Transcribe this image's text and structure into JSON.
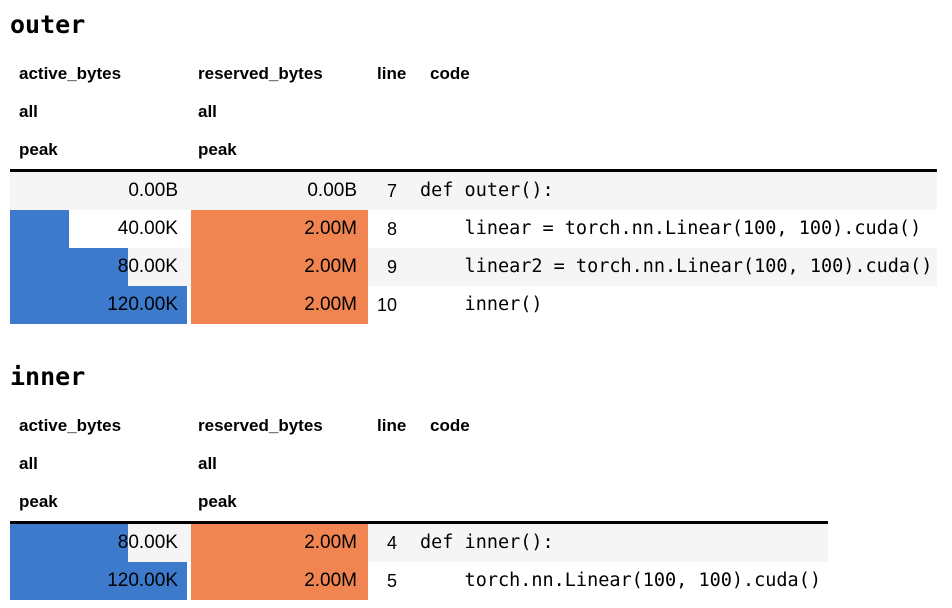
{
  "colors": {
    "active_bar": "#3d7acc",
    "reserved_bar": "#f08552",
    "stripe": "#f5f5f5",
    "rule": "#000000",
    "text": "#000000",
    "background": "#ffffff"
  },
  "columns": {
    "active": "active_bytes",
    "reserved": "reserved_bytes",
    "line": "line",
    "code": "code"
  },
  "subheaders": [
    {
      "active": "all",
      "reserved": "all"
    },
    {
      "active": "peak",
      "reserved": "peak"
    }
  ],
  "tables": [
    {
      "title": "outer",
      "rows": [
        {
          "active": "0.00B",
          "active_frac": 0,
          "reserved": "0.00B",
          "reserved_frac": 0,
          "line": "7",
          "code": "def outer():"
        },
        {
          "active": "40.00K",
          "active_frac": 0.3333,
          "reserved": "2.00M",
          "reserved_frac": 1,
          "line": "8",
          "code": "    linear = torch.nn.Linear(100, 100).cuda()"
        },
        {
          "active": "80.00K",
          "active_frac": 0.6667,
          "reserved": "2.00M",
          "reserved_frac": 1,
          "line": "9",
          "code": "    linear2 = torch.nn.Linear(100, 100).cuda()"
        },
        {
          "active": "120.00K",
          "active_frac": 1,
          "reserved": "2.00M",
          "reserved_frac": 1,
          "line": "10",
          "code": "    inner()"
        }
      ]
    },
    {
      "title": "inner",
      "rows": [
        {
          "active": "80.00K",
          "active_frac": 0.6667,
          "reserved": "2.00M",
          "reserved_frac": 1,
          "line": "4",
          "code": "def inner():"
        },
        {
          "active": "120.00K",
          "active_frac": 1,
          "reserved": "2.00M",
          "reserved_frac": 1,
          "line": "5",
          "code": "    torch.nn.Linear(100, 100).cuda()"
        }
      ]
    }
  ],
  "chart_data": [
    {
      "type": "table",
      "title": "outer",
      "columns": [
        "active_bytes / all / peak",
        "reserved_bytes / all / peak",
        "line",
        "code"
      ],
      "rows": [
        [
          "0.00B",
          "0.00B",
          7,
          "def outer():"
        ],
        [
          "40.00K",
          "2.00M",
          8,
          "    linear = torch.nn.Linear(100, 100).cuda()"
        ],
        [
          "80.00K",
          "2.00M",
          9,
          "    linear2 = torch.nn.Linear(100, 100).cuda()"
        ],
        [
          "120.00K",
          "2.00M",
          10,
          "    inner()"
        ]
      ],
      "bar_series": [
        {
          "name": "active_bytes peak",
          "display": [
            "0.00B",
            "40.00K",
            "80.00K",
            "120.00K"
          ],
          "values_kib": [
            0,
            40,
            80,
            120
          ],
          "max_kib": 120,
          "fill_fractions": [
            0,
            0.3333,
            0.6667,
            1
          ],
          "color": "#3d7acc"
        },
        {
          "name": "reserved_bytes peak",
          "display": [
            "0.00B",
            "2.00M",
            "2.00M",
            "2.00M"
          ],
          "values_mib": [
            0,
            2,
            2,
            2
          ],
          "max_mib": 2,
          "fill_fractions": [
            0,
            1,
            1,
            1
          ],
          "color": "#f08552"
        }
      ],
      "legend_position": "none",
      "grid": false
    },
    {
      "type": "table",
      "title": "inner",
      "columns": [
        "active_bytes / all / peak",
        "reserved_bytes / all / peak",
        "line",
        "code"
      ],
      "rows": [
        [
          "80.00K",
          "2.00M",
          4,
          "def inner():"
        ],
        [
          "120.00K",
          "2.00M",
          5,
          "    torch.nn.Linear(100, 100).cuda()"
        ]
      ],
      "bar_series": [
        {
          "name": "active_bytes peak",
          "display": [
            "80.00K",
            "120.00K"
          ],
          "values_kib": [
            80,
            120
          ],
          "max_kib": 120,
          "fill_fractions": [
            0.6667,
            1
          ],
          "color": "#3d7acc"
        },
        {
          "name": "reserved_bytes peak",
          "display": [
            "2.00M",
            "2.00M"
          ],
          "values_mib": [
            2,
            2
          ],
          "max_mib": 2,
          "fill_fractions": [
            1,
            1
          ],
          "color": "#f08552"
        }
      ],
      "legend_position": "none",
      "grid": false
    }
  ]
}
